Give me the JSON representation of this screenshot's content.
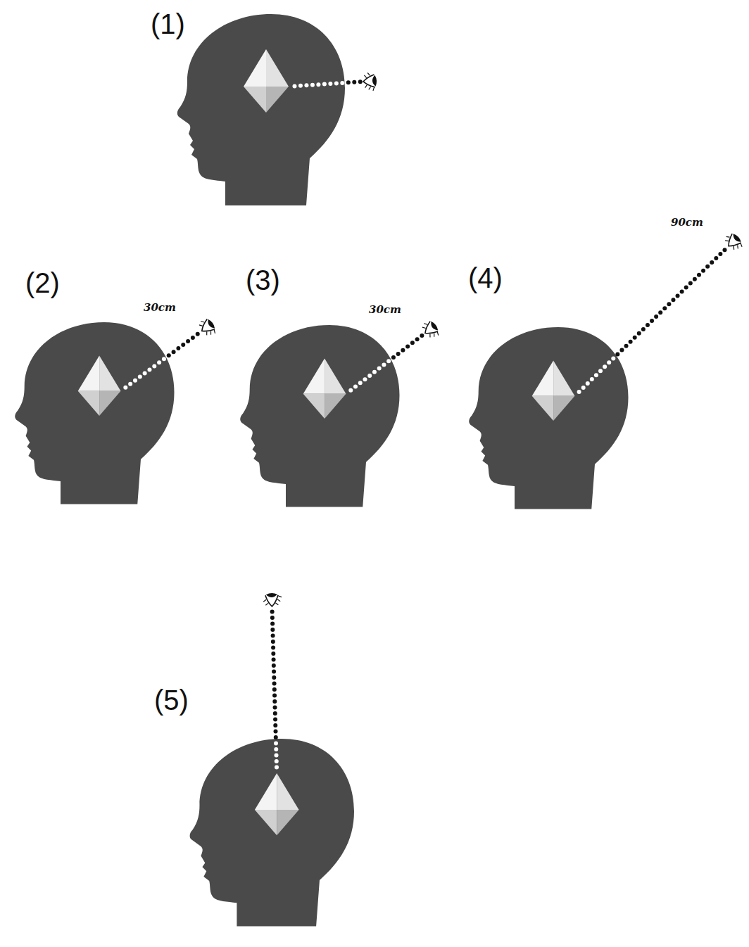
{
  "diagram": {
    "labels": [
      "(1)",
      "(2)",
      "30cm",
      "(3)",
      "30cm",
      "(4)",
      "90cm",
      "(5)"
    ]
  }
}
